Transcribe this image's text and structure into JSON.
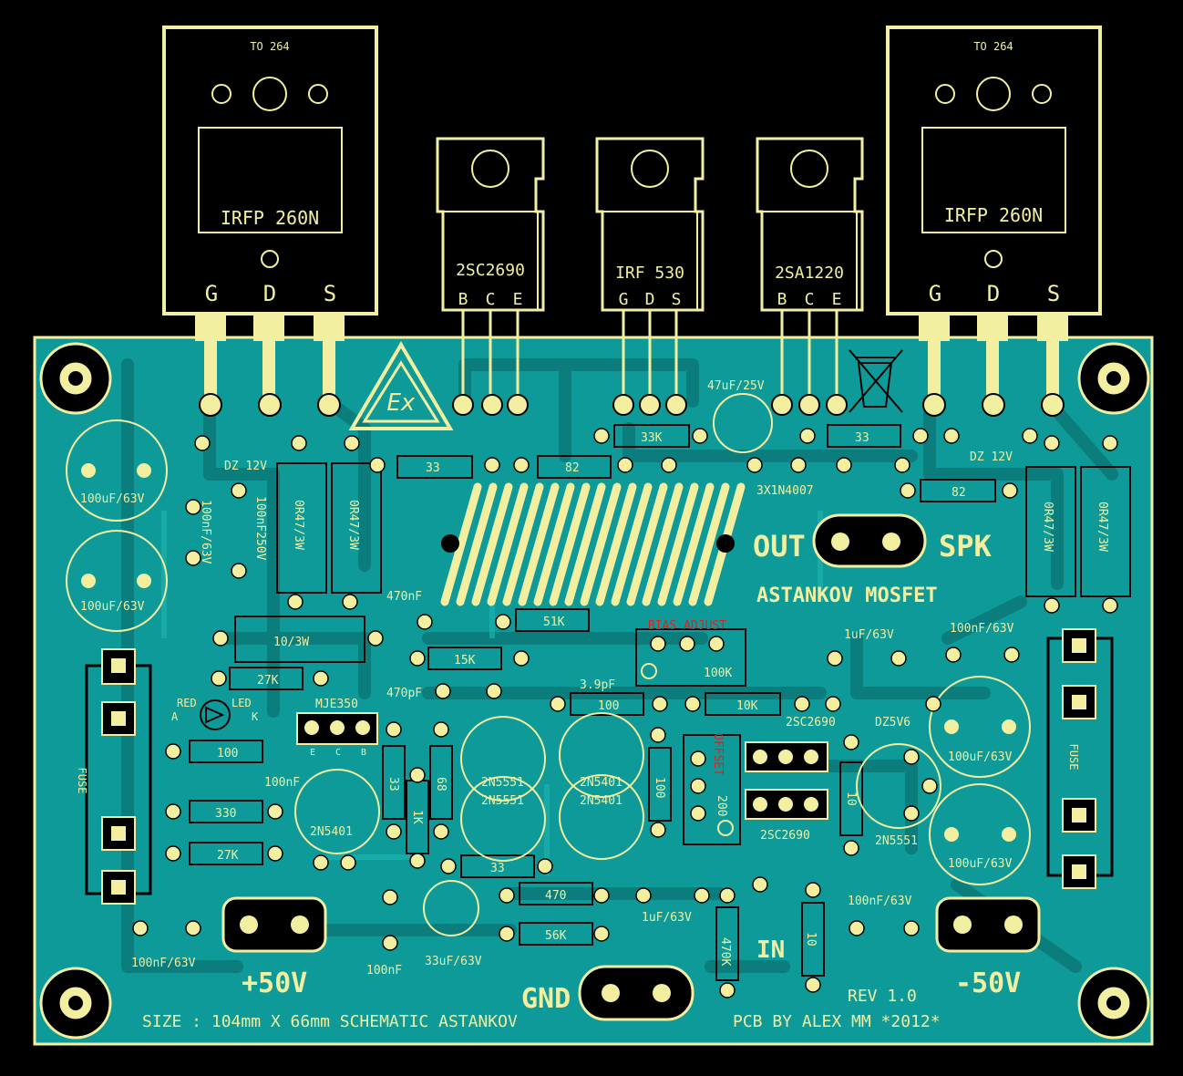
{
  "colors": {
    "background": "#000000",
    "board": "#0e9a98",
    "silk": "#f2f0a0",
    "copper": "#f2f0a0",
    "red": "#e02020"
  },
  "packages": {
    "to264_left": {
      "package": "TO 264",
      "part": "IRFP 260N",
      "pins": [
        "G",
        "D",
        "S"
      ]
    },
    "to264_right": {
      "package": "TO 264",
      "part": "IRFP 260N",
      "pins": [
        "G",
        "D",
        "S"
      ]
    },
    "to220_a": {
      "part": "2SC2690",
      "pins": [
        "B",
        "C",
        "E"
      ]
    },
    "to220_b": {
      "part": "IRF 530",
      "pins": [
        "G",
        "D",
        "S"
      ]
    },
    "to220_c": {
      "part": "2SA1220",
      "pins": [
        "B",
        "C",
        "E"
      ]
    }
  },
  "labels": {
    "out": "OUT",
    "spk": "SPK",
    "brand": "ASTANKOV MOSFET",
    "bias": "BIAS ADJUST",
    "offset": "OFFSET",
    "in": "IN",
    "gnd": "GND",
    "plus50": "+50V",
    "minus50": "-50V",
    "rev": "REV 1.0",
    "pcb_by": "PCB BY ALEX MM *2012*",
    "size": "SIZE : 104mm X 66mm  SCHEMATIC  ASTANKOV",
    "fuse": "FUSE",
    "red_led": "RED",
    "led": "LED",
    "a": "A",
    "k": "K"
  },
  "components": {
    "dz12_left": "DZ 12V",
    "dz12_right": "DZ 12V",
    "r33_top": "33",
    "r82_top": "82",
    "r33k": "33K",
    "cap47u": "47uF/25V",
    "r33_right": "33",
    "diodes": "3X1N4007",
    "r82_right": "82",
    "c100u_1": "100uF/63V",
    "c100u_2": "100uF/63V",
    "c100n_v": "100nF/63V",
    "c100n_250": "100nF250V",
    "r047_1": "0R47/3W",
    "r047_2": "0R47/3W",
    "r047_3": "0R47/3W",
    "r047_4": "0R47/3W",
    "c470n": "470nF",
    "r51k": "51K",
    "r10_3w": "10/3W",
    "r15k": "15K",
    "r27k_a": "27K",
    "c470p": "470pF",
    "c3p9": "3.9pF",
    "r100_mid": "100",
    "r10k": "10K",
    "trim100k": "100K",
    "c1u_top": "1uF/63V",
    "c100n_right": "100nF/63V",
    "c100u_r1": "100uF/63V",
    "c100u_r2": "100uF/63V",
    "mje350": "MJE350",
    "ecb": [
      "E",
      "C",
      "B"
    ],
    "r100_left": "100",
    "c100n_left": "100nF",
    "r330": "330",
    "r27k_b": "27K",
    "r33_v": "33",
    "r68": "68",
    "r1k": "1K",
    "q2n5401_left": "2N5401",
    "q2n5551_a": "2N5551",
    "q2n5551_b": "2N5551",
    "q2n5401_a": "2N5401",
    "q2n5401_b": "2N5401",
    "r100_v": "100",
    "trim200": "200",
    "q2sc2690_a": "2SC2690",
    "q2sc2690_b": "2SC2690",
    "dz5v6": "DZ5V6",
    "r10_v": "10",
    "q2n5551_right": "2N5551",
    "r33_low": "33",
    "r470": "470",
    "r56k": "56K",
    "c1u_low": "1uF/63V",
    "r470k": "470K",
    "r10_low": "10",
    "c100n_low_right": "100nF/63V",
    "c100n_low_left": "100nF/63V",
    "c100nf": "100nF",
    "c33u": "33uF/63V"
  }
}
